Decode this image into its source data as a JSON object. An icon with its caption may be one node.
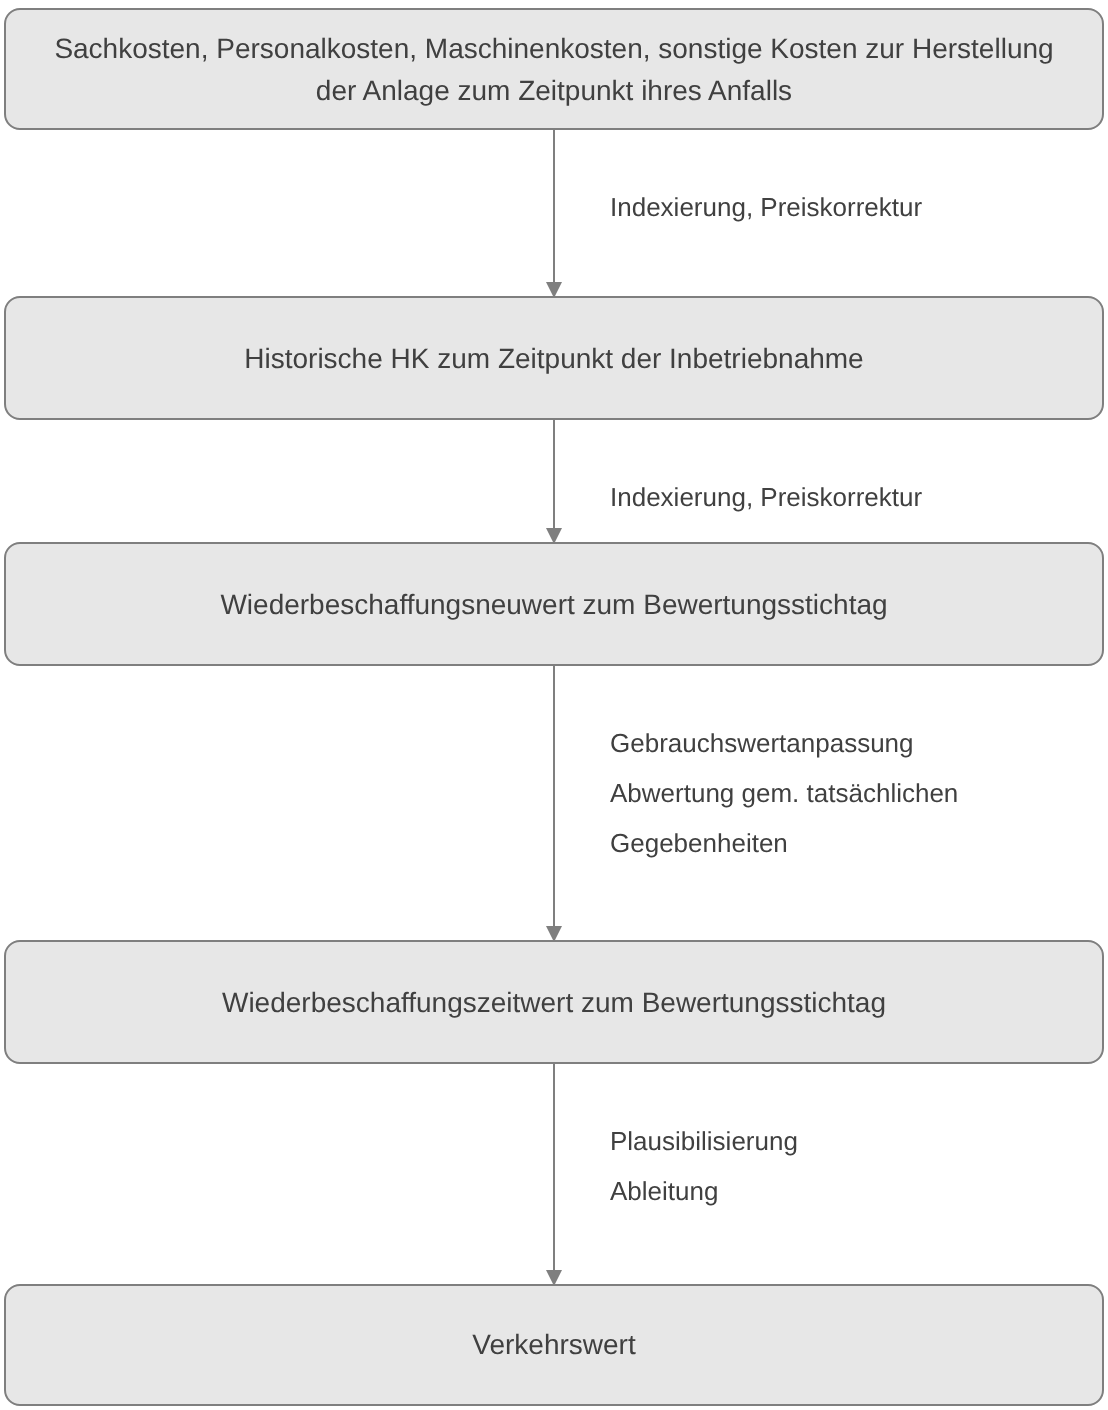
{
  "diagram": {
    "nodes": [
      {
        "text": [
          "Sachkosten, Personalkosten, Maschinenkosten, sonstige Kosten zur Herstellung der Anlage zum Zeitpunkt ihres Anfalls"
        ]
      },
      {
        "text": [
          "Historische HK zum Zeitpunkt der Inbetriebnahme"
        ]
      },
      {
        "text": [
          "Wiederbeschaffungsneuwert zum Bewertungsstichtag"
        ]
      },
      {
        "text": [
          "Wiederbeschaffungszeitwert zum Bewertungsstichtag"
        ]
      },
      {
        "text": [
          "Verkehrswert"
        ]
      }
    ],
    "edges": [
      {
        "from": 0,
        "to": 1,
        "arrow": "to",
        "label": "Indexierung, Preiskorrektur"
      },
      {
        "from": 1,
        "to": 2,
        "arrow": "to",
        "label": "Indexierung, Preiskorrektur"
      },
      {
        "from": 2,
        "to": 3,
        "arrow": "to",
        "label": "Gebrauchswertanpassung Abwertung gem. tatsächlichen Gegebenheiten"
      },
      {
        "from": 3,
        "to": 4,
        "arrow": "to",
        "label": "Plausibilisierung Ableitung"
      }
    ]
  }
}
